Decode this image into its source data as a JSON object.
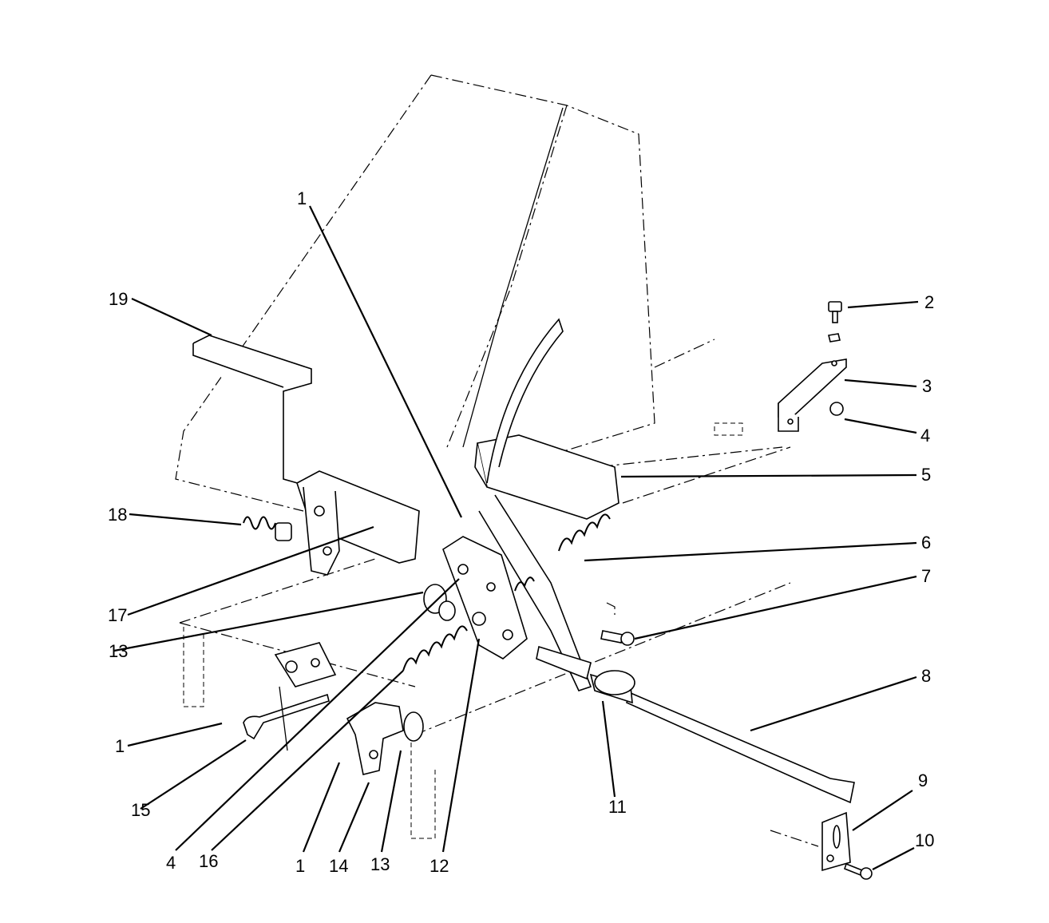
{
  "diagram": {
    "callouts": [
      {
        "id": "c1-top",
        "text": "1"
      },
      {
        "id": "c2",
        "text": "2"
      },
      {
        "id": "c3",
        "text": "3"
      },
      {
        "id": "c4-right",
        "text": "4"
      },
      {
        "id": "c5",
        "text": "5"
      },
      {
        "id": "c6",
        "text": "6"
      },
      {
        "id": "c7",
        "text": "7"
      },
      {
        "id": "c8",
        "text": "8"
      },
      {
        "id": "c9",
        "text": "9"
      },
      {
        "id": "c10",
        "text": "10"
      },
      {
        "id": "c11",
        "text": "11"
      },
      {
        "id": "c12",
        "text": "12"
      },
      {
        "id": "c13-bottom",
        "text": "13"
      },
      {
        "id": "c14",
        "text": "14"
      },
      {
        "id": "c13-left",
        "text": "13"
      },
      {
        "id": "c1-bottom",
        "text": "1"
      },
      {
        "id": "c16",
        "text": "16"
      },
      {
        "id": "c4-bottom",
        "text": "4"
      },
      {
        "id": "c15",
        "text": "15"
      },
      {
        "id": "c1-left",
        "text": "1"
      },
      {
        "id": "c17",
        "text": "17"
      },
      {
        "id": "c18",
        "text": "18"
      },
      {
        "id": "c19",
        "text": "19"
      }
    ]
  }
}
